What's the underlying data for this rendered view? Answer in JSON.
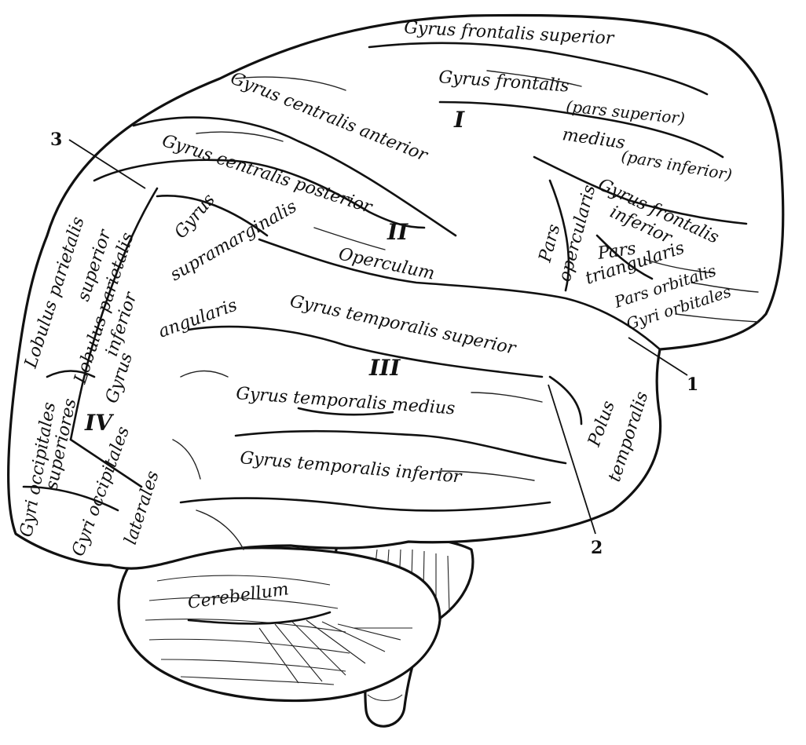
{
  "labels": {
    "frontal_sup": "Gyrus frontalis superior",
    "frontal_medius_1": "Gyrus frontalis",
    "frontal_medius_2": "(pars superior)",
    "frontal_medius_3": "medius",
    "frontal_medius_4": "(pars inferior)",
    "central_ant": "Gyrus centralis anterior",
    "central_post": "Gyrus centralis posterior",
    "frontal_inf_1": "Gyrus frontalis",
    "frontal_inf_2": "inferior",
    "pars_operc_1": "Pars",
    "pars_operc_2": "opercularis",
    "pars_tri_1": "Pars",
    "pars_tri_2": "triangularis",
    "pars_orb": "Pars orbitalis",
    "gyri_orb": "Gyri orbitales",
    "supram_1": "Gyrus",
    "supram_2": "supramarginalis",
    "operculum": "Operculum",
    "lob_par_sup_1": "Lobulus parietalis",
    "lob_par_sup_2": "superior",
    "lob_par_inf_1": "Lobulus parietalis",
    "lob_par_inf_2": "inferior",
    "gyrus_ang_1": "Gyrus",
    "gyrus_ang_2": "angularis",
    "temp_sup": "Gyrus temporalis superior",
    "temp_med": "Gyrus temporalis medius",
    "temp_inf": "Gyrus temporalis inferior",
    "polus_1": "Polus",
    "polus_2": "temporalis",
    "occ_sup_1": "Gyri occipitales",
    "occ_sup_2": "superiores",
    "occ_lat_1": "Gyri occipitales",
    "occ_lat_2": "laterales",
    "cerebellum": "Cerebellum"
  },
  "lobe_numerals": {
    "frontal": "I",
    "parietal": "II",
    "temporal": "III",
    "occipital": "IV"
  },
  "callouts": {
    "c1": "1",
    "c2": "2",
    "c3": "3"
  }
}
